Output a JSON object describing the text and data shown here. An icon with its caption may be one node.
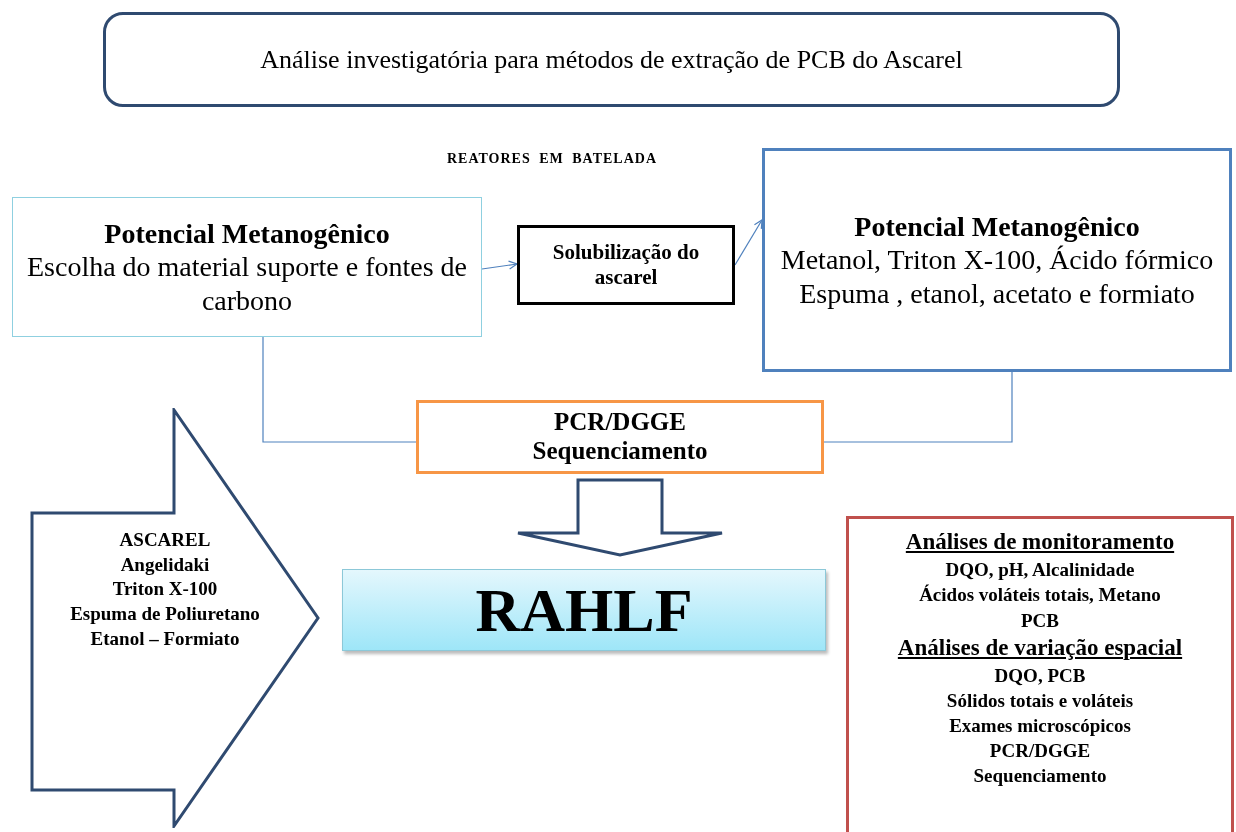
{
  "diagram": {
    "nodes": [
      {
        "text": [
          "Análise investigatória para métodos de extração  de PCB do Ascarel"
        ]
      },
      {
        "text": [
          "Potencial Metanogênico",
          "Escolha do material suporte e fontes de carbono"
        ]
      },
      {
        "text": [
          "Solubilização do ascarel"
        ]
      },
      {
        "text": [
          "Potencial Metanogênico",
          "Metanol, Triton X-100, Ácido fórmico",
          "Espuma , etanol, acetato e formiato"
        ]
      },
      {
        "text": [
          "PCR/DGGE",
          "Sequenciamento"
        ]
      },
      {
        "text": [
          "RAHLF"
        ]
      },
      {
        "text": [
          "ASCAREL",
          "Angelidaki",
          "Triton X-100",
          "Espuma de Poliuretano",
          "Etanol – Formiato"
        ]
      },
      {
        "text": [
          "Análises de monitoramento",
          "DQO,  pH,  Alcalinidade",
          "Ácidos voláteis totais, Metano",
          "PCB",
          "Análises de variação espacial",
          "DQO,  PCB",
          "Sólidos totais e voláteis",
          "Exames microscópicos",
          "PCR/DGGE",
          "Sequenciamento"
        ]
      }
    ],
    "edges": [
      {
        "from": 1,
        "to": 2,
        "arrow": "to"
      },
      {
        "from": 2,
        "to": 3,
        "arrow": "to"
      },
      {
        "from": 1,
        "to": 4,
        "arrow": "none"
      },
      {
        "from": 3,
        "to": 4,
        "arrow": "none"
      },
      {
        "from": 4,
        "to": 5,
        "arrow": "to",
        "style": "thick"
      }
    ],
    "labels": [
      "REATORES EM BATELADA"
    ]
  }
}
